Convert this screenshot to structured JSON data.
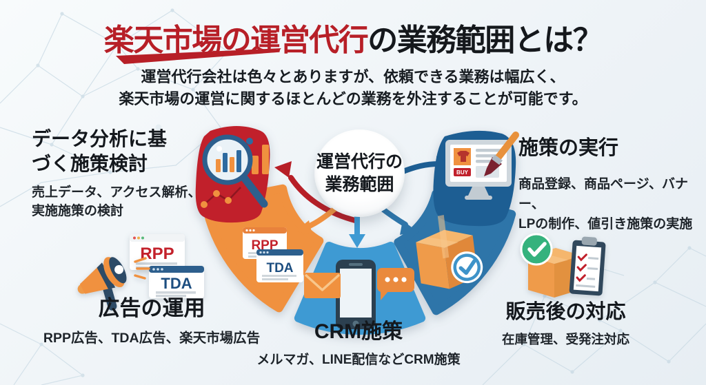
{
  "title": {
    "highlight": "楽天市場の運営代行",
    "rest": "の業務範囲とは？"
  },
  "subtitle": {
    "line1": "運営代行会社は色々とありますが、依頼できる業務は幅広く、",
    "line2": "楽天市場の運営に関するほとんどの業務を外注することが可能です。"
  },
  "hub": {
    "label": "運営代行の\n業務範囲"
  },
  "sections": {
    "analysis": {
      "heading": "データ分析に基\nづく施策検討",
      "desc": "売上データ、アクセス解析、\n実施施策の検討",
      "color": "#c1202b"
    },
    "execution": {
      "heading": "施策の実行",
      "desc": "商品登録、商品ページ、バナー、\nLPの制作、値引き施策の実施",
      "color": "#1d5e93"
    },
    "ads": {
      "heading": "広告の運用",
      "desc": "RPP広告、TDA広告、楽天市場広告",
      "color": "#f0913f",
      "window1": "RPP",
      "window2": "TDA"
    },
    "crm": {
      "heading": "CRM施策",
      "desc": "メルマガ、LINE配信などCRM施策",
      "color": "#3e9ad3"
    },
    "aftersales": {
      "heading": "販売後の対応",
      "desc": "在庫管理、受発注対応",
      "color": "#2e75a9"
    }
  },
  "icons": {
    "analysis": "magnifier-bar-chart-icon",
    "execution": "monitor-paintbrush-icon",
    "ads": "megaphone-icon",
    "ads_windows": "browser-windows-icon",
    "crm": "smartphone-mail-chat-icon",
    "aftersales_segment": "package-check-icon",
    "aftersales": "package-checklist-icon",
    "buy_label": "BUY"
  },
  "colors": {
    "title_accent": "#b71f27",
    "title_text": "#15181c",
    "background": "#eef3f7",
    "hub_fill": "#ffffff",
    "red": "#c1202b",
    "dark_blue": "#1d5e93",
    "orange": "#f0913f",
    "light_blue": "#3e9ad3",
    "steel_blue": "#2e75a9"
  }
}
